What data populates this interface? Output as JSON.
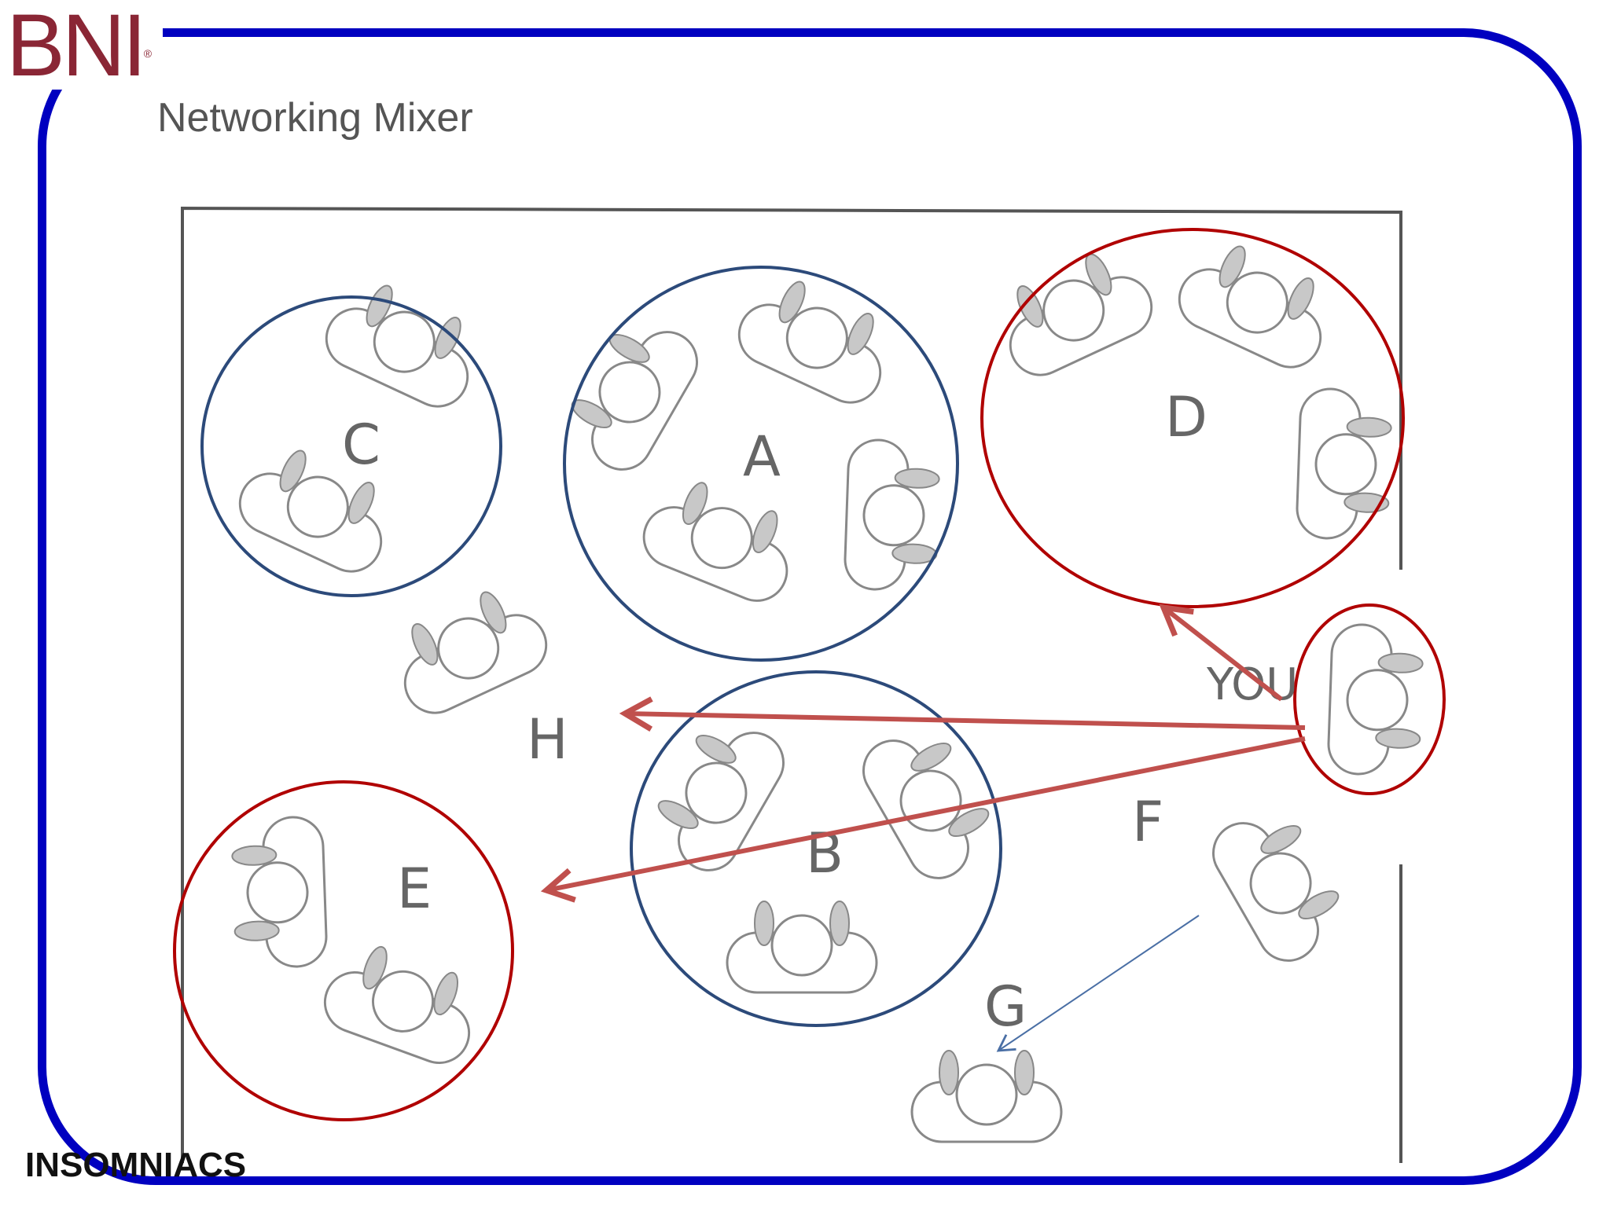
{
  "logo": {
    "text": "BNI",
    "mark": "®"
  },
  "title": "Networking Mixer",
  "footer": "INSOMNIACS",
  "labels": {
    "a": "A",
    "b": "B",
    "c": "C",
    "d": "D",
    "e": "E",
    "f": "F",
    "g": "G",
    "h": "H",
    "you": "YOU"
  },
  "colors": {
    "frame": "#0000c0",
    "target_circle": "#b00000",
    "group_circle": "#2c4a7a",
    "arrow": "#c0504d",
    "thin_arrow": "#4a6fa5",
    "logo": "#8a2635"
  }
}
